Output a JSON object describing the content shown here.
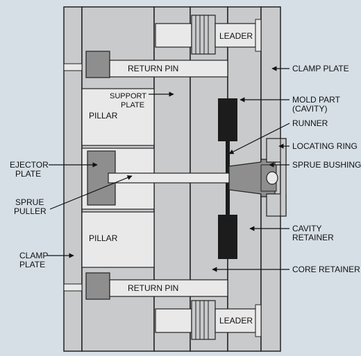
{
  "labels": {
    "leader_top": "LEADER",
    "leader_bottom": "LEADER",
    "return_pin_top": "RETURN PIN",
    "return_pin_bottom": "RETURN PIN",
    "clamp_plate_right": "CLAMP PLATE",
    "support_plate_line1": "SUPPORT",
    "support_plate_line2": "PLATE",
    "pillar_top": "PILLAR",
    "pillar_bottom": "PILLAR",
    "mold_part_line1": "MOLD PART",
    "mold_part_line2": "(CAVITY)",
    "runner": "RUNNER",
    "locating_ring": "LOCATING RING",
    "ejector_plate_line1": "EJECTOR",
    "ejector_plate_line2": "PLATE",
    "sprue_bushing": "SPRUE BUSHING",
    "sprue_puller_line1": "SPRUE",
    "sprue_puller_line2": "PULLER",
    "cavity_retainer_line1": "CAVITY",
    "cavity_retainer_line2": "RETAINER",
    "clamp_plate_left_line1": "CLAMP",
    "clamp_plate_left_line2": "PLATE",
    "core_retainer": "CORE RETAINER"
  },
  "colors": {
    "background": "#d6dfe6",
    "plate": "#c9cacb",
    "light_fill": "#e9e9e9",
    "dark_part": "#1c1c1c",
    "mid_gray": "#8e8e8e",
    "outline": "#222222"
  }
}
